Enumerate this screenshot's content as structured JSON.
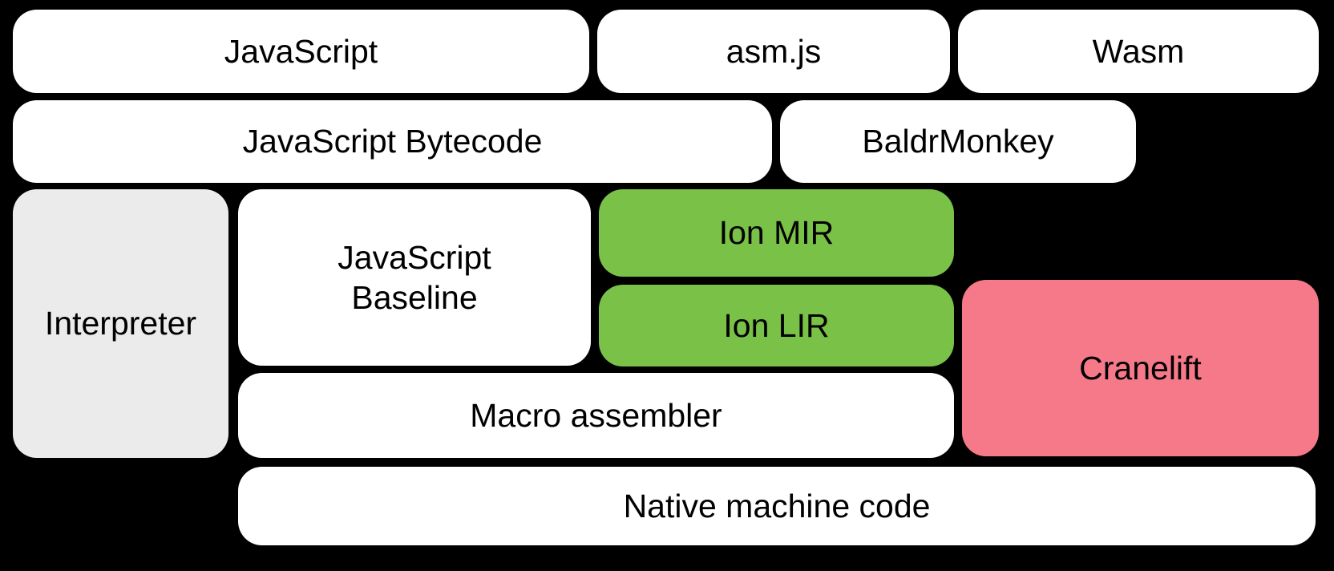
{
  "diagram": {
    "title": "SpiderMonkey compilation pipeline block diagram",
    "background_color": "#000000",
    "text_color": "#000000",
    "colors": {
      "default_box": "#ffffff",
      "interpreter_box": "#ebebeb",
      "ion_box": "#79c147",
      "cranelift_box": "#f6798a"
    },
    "nodes": {
      "javascript": {
        "label": "JavaScript"
      },
      "asmjs": {
        "label": "asm.js"
      },
      "wasm": {
        "label": "Wasm"
      },
      "bytecode": {
        "label": "JavaScript Bytecode"
      },
      "baldrmonkey": {
        "label": "BaldrMonkey"
      },
      "interpreter": {
        "label": "Interpreter"
      },
      "baseline": {
        "label": "JavaScript\nBaseline"
      },
      "ion_mir": {
        "label": "Ion MIR"
      },
      "ion_lir": {
        "label": "Ion LIR"
      },
      "cranelift": {
        "label": "Cranelift"
      },
      "macro_assembler": {
        "label": "Macro assembler"
      },
      "native": {
        "label": "Native machine code"
      }
    }
  }
}
